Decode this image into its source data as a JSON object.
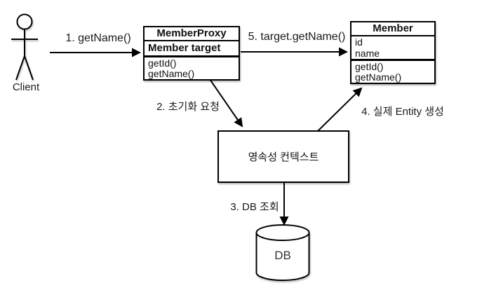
{
  "diagram": {
    "actor": {
      "label": "Client"
    },
    "classes": {
      "member_proxy": {
        "title": "MemberProxy",
        "field": "Member target",
        "methods": [
          "getId()",
          "getName()"
        ]
      },
      "member": {
        "title": "Member",
        "fields": [
          "id",
          "name"
        ],
        "methods": [
          "getId()",
          "getName()"
        ]
      }
    },
    "persistence_context": {
      "label": "영속성 컨텍스트"
    },
    "database": {
      "label": "DB"
    },
    "steps": {
      "step1": "1. getName()",
      "step2": "2. 초기화 요청",
      "step3": "3. DB 조회",
      "step4": "4. 실제 Entity 생성",
      "step5": "5. target.getName()"
    },
    "colors": {
      "line": "#000000",
      "background": "#ffffff",
      "text": "#111111"
    }
  }
}
